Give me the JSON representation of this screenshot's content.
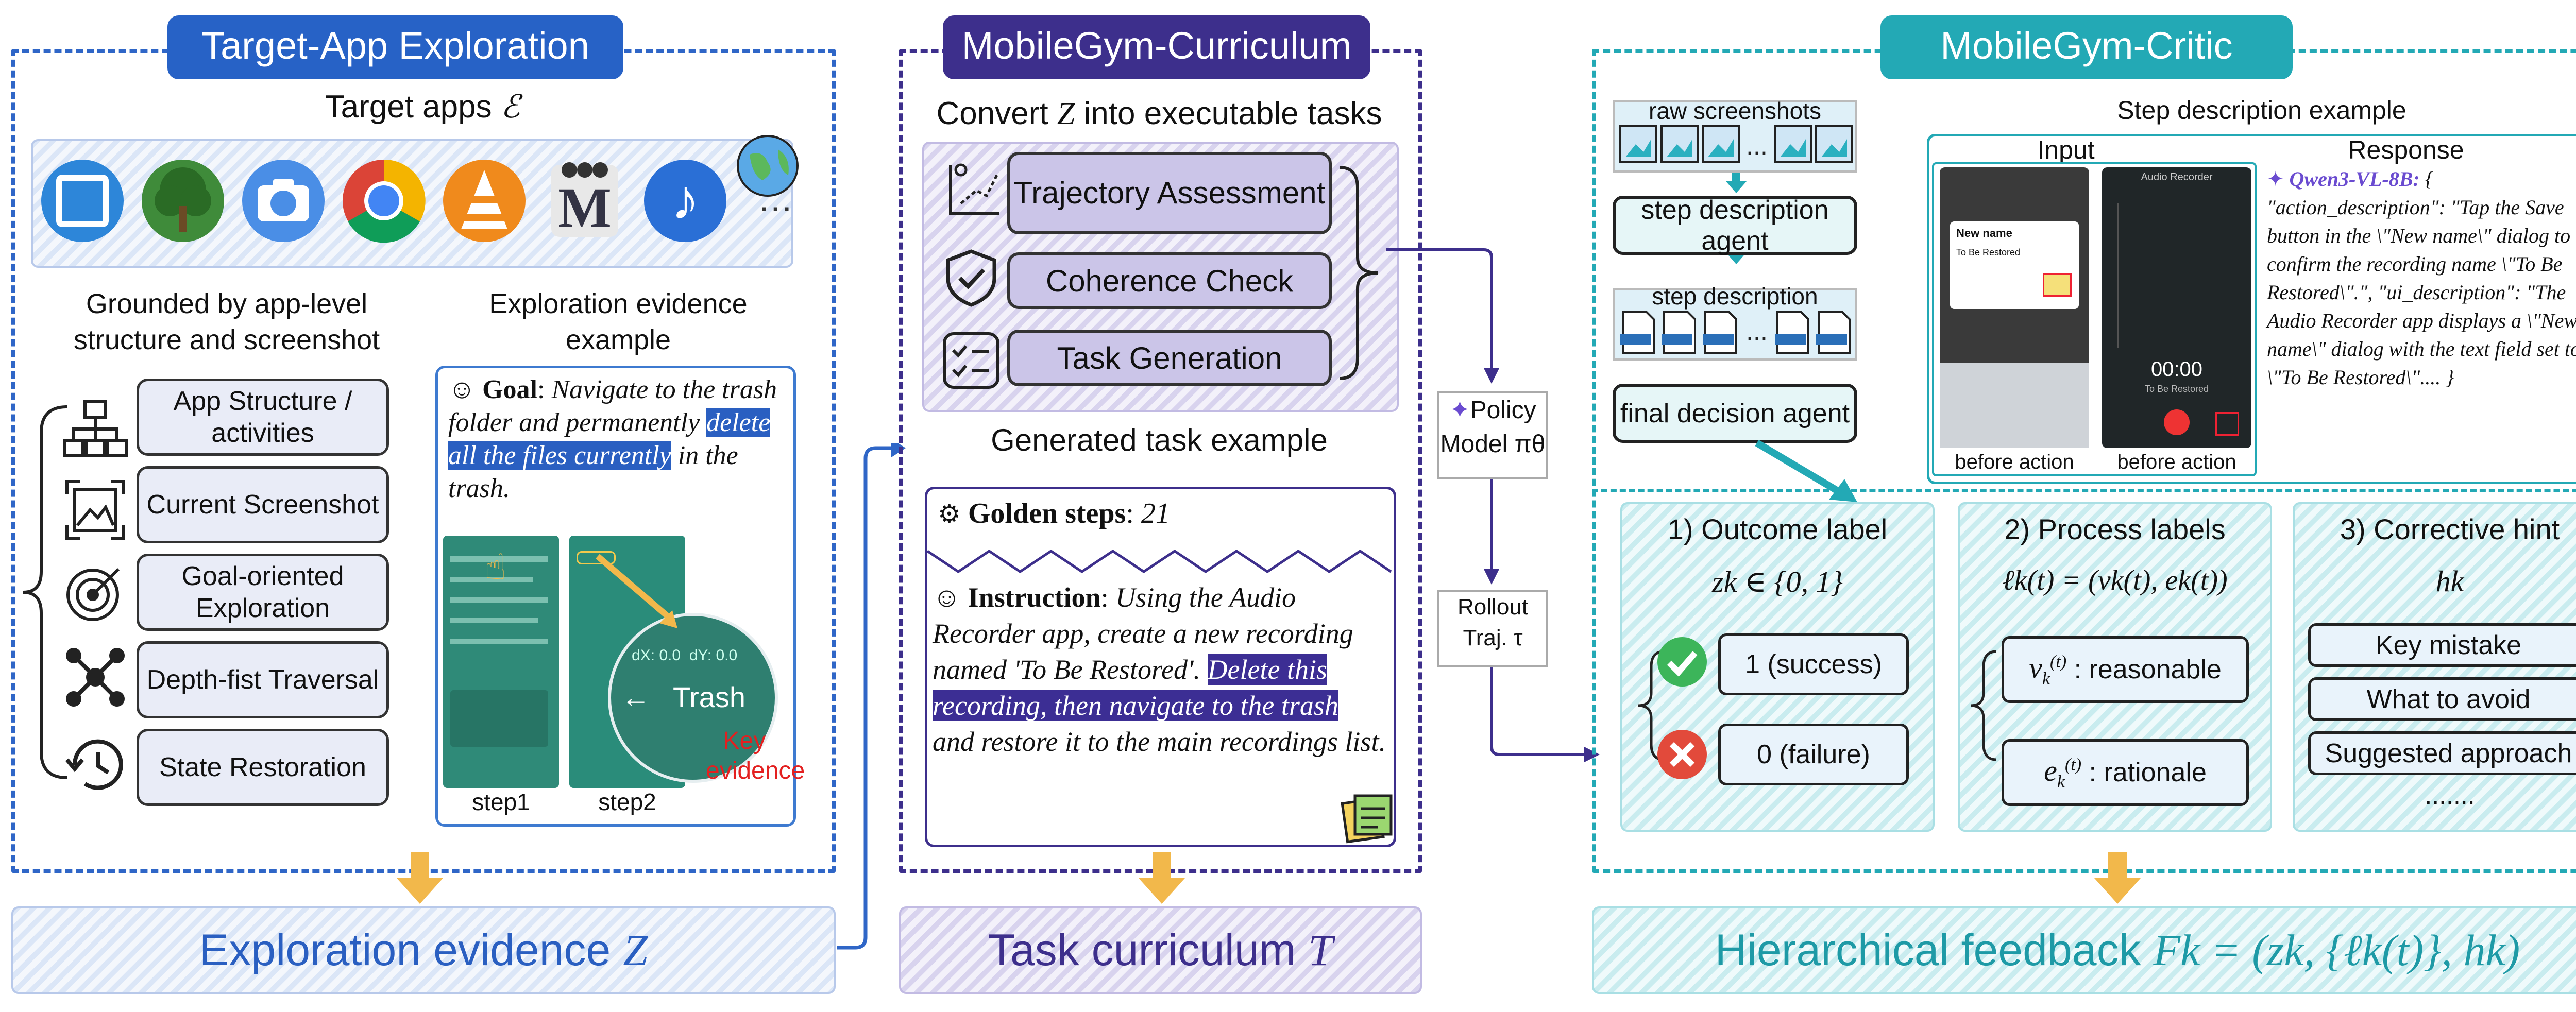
{
  "panels": {
    "exploration": {
      "title": "Target-App Exploration",
      "target_apps_label": "Target apps",
      "target_apps_symbol": "ℰ",
      "more": "…",
      "grounded_label": "Grounded by app-level structure and screenshot",
      "steps": [
        "App Structure / activities",
        "Current Screenshot",
        "Goal-oriented Exploration",
        "Depth-fist Traversal",
        "State Restoration"
      ],
      "evidence_title": "Exploration evidence example",
      "goal_label": "Goal",
      "goal_pre": "Navigate to the trash folder and permanently ",
      "goal_highlight": "delete all the files currently",
      "goal_post": " in the trash.",
      "trash_label": "Trash",
      "key_evidence": "Key evidence",
      "step1": "step1",
      "step2": "step2",
      "output": "Exploration evidence",
      "output_symbol": "Z"
    },
    "curriculum": {
      "title": "MobileGym-Curriculum",
      "convert_label": "Convert Z into executable tasks",
      "boxes": [
        "Trajectory Assessment",
        "Coherence Check",
        "Task Generation"
      ],
      "generated_label": "Generated task example",
      "golden_label": "Golden steps",
      "golden_value": "21",
      "instruction_label": "Instruction",
      "instruction_pre": "Using the Audio Recorder app, create a new recording named 'To Be Restored'. ",
      "instruction_highlight": "Delete this recording, then navigate to the trash",
      "instruction_post": " and restore it to the main recordings list.",
      "output": "Task curriculum",
      "output_symbol": "T"
    },
    "middle": {
      "policy_label": "Policy",
      "policy_model": "Model πθ",
      "rollout_label": "Rollout",
      "rollout_traj": "Traj. τ"
    },
    "critic": {
      "title": "MobileGym-Critic",
      "raw_label": "raw screenshots",
      "step_agent": "step description agent",
      "step_desc_label": "step description",
      "final_agent": "final decision agent",
      "example_title": "Step description example",
      "input_label": "Input",
      "response_label": "Response",
      "before_action_1": "before action",
      "before_action_2": "before action",
      "model_name": "Qwen3-VL-8B:",
      "response_text": "{ \"action_description\": \"Tap the Save button in the \\\"New name\\\" dialog to confirm the recording name \\\"To Be Restored\\\".\", \"ui_description\": \"The Audio Recorder app displays a \\\"New name\\\" dialog with the text field set to \\\"To Be Restored\\\".... }",
      "outcome_title": "1) Outcome label",
      "outcome_formula": "zk ∈ {0, 1}",
      "success": "1 (success)",
      "failure": "0 (failure)",
      "process_title": "2) Process labels",
      "process_formula": "ℓk(t) = (vk(t), ek(t))",
      "v_label": ": reasonable",
      "e_label": ": rationale",
      "hint_title": "3) Corrective hint",
      "hint_symbol": "hk",
      "hints": [
        "Key mistake",
        "What to avoid",
        "Suggested approach"
      ],
      "hint_more": ".......",
      "output": "Hierarchical feedback",
      "output_formula": "Fk = (zk, {ℓk(t)}, hk)"
    },
    "phone": {
      "dialog_title": "New name",
      "dialog_value": "To Be Restored",
      "app_title": "Audio Recorder",
      "timer": "00:00",
      "file_name": "To Be Restored",
      "dx": "dX: 0.0",
      "dy": "dY: 0.0"
    }
  },
  "colors": {
    "blue": "#2f66c7",
    "purple": "#3d2f8c",
    "teal": "#23a9b5",
    "arrow_orange": "#f2b84b"
  }
}
